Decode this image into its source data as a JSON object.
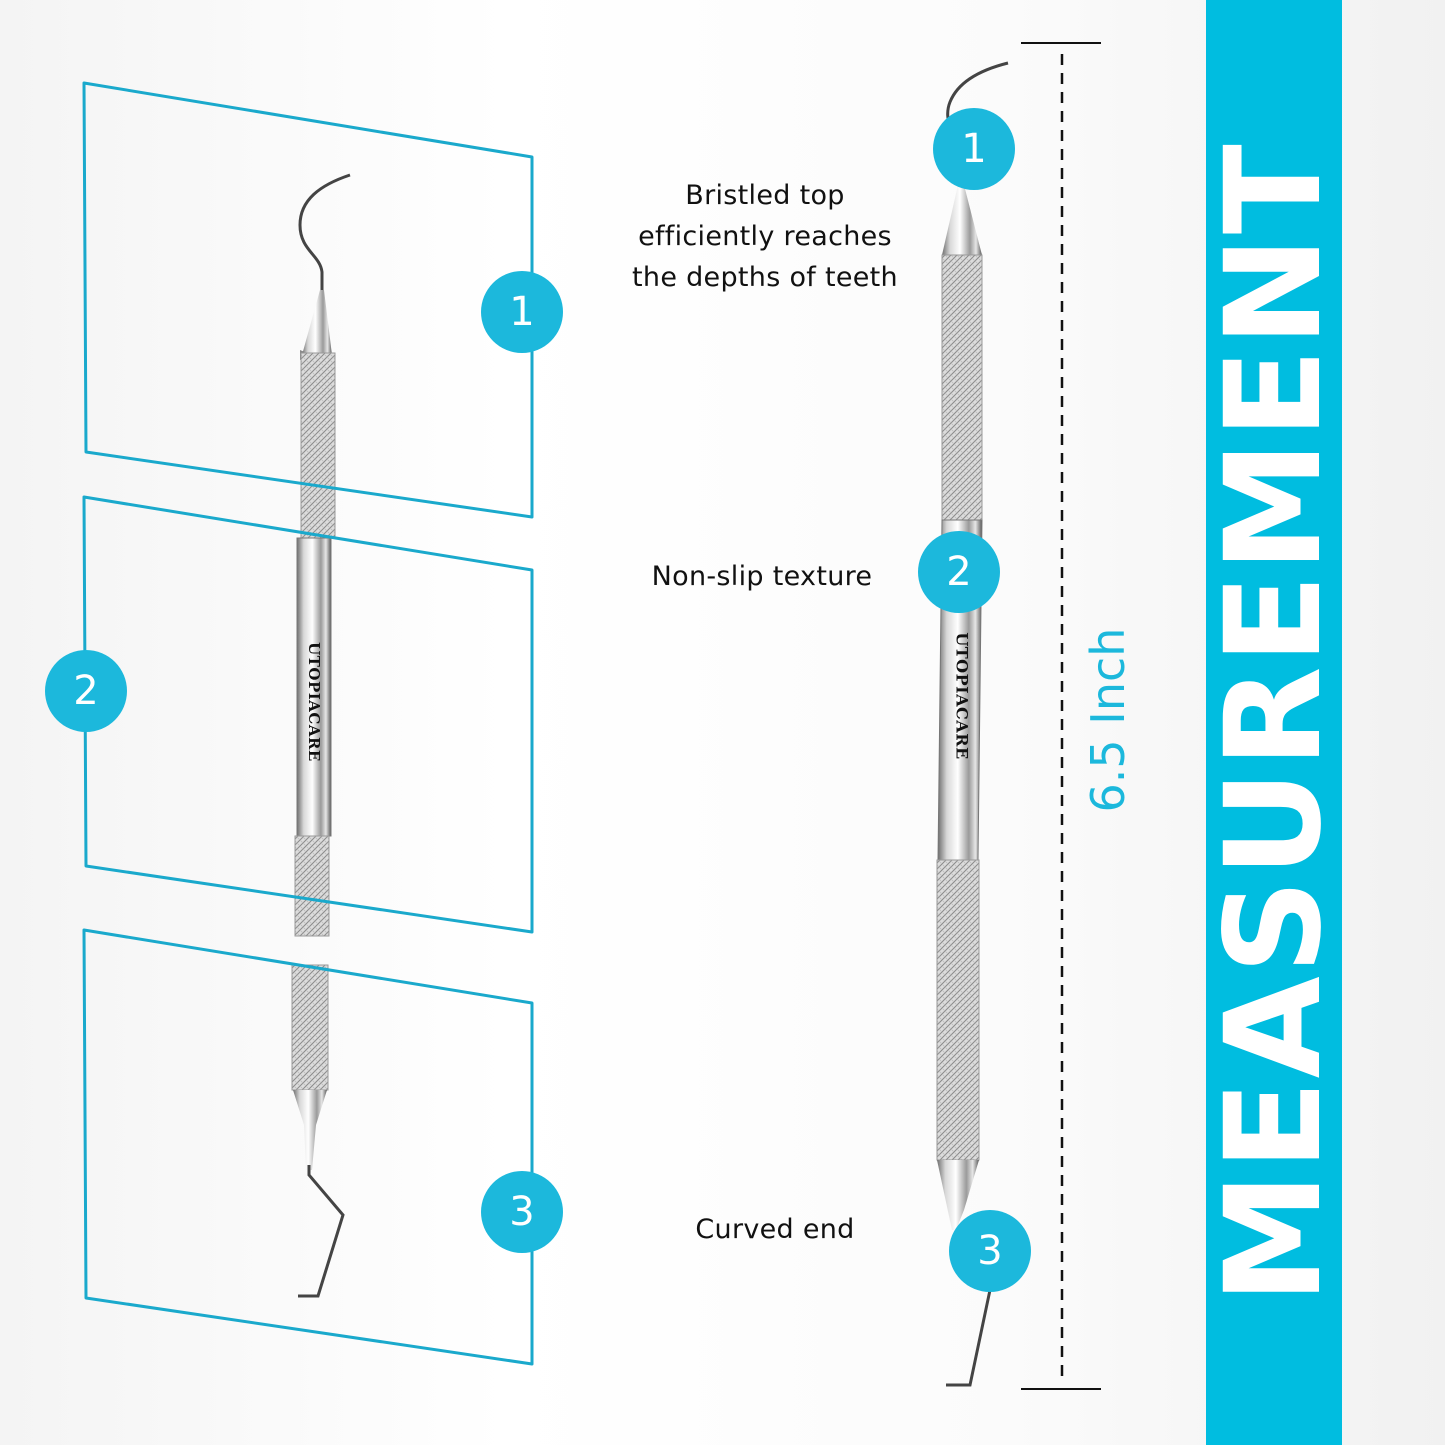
{
  "colors": {
    "accent": "#1cb8dc",
    "band": "#00bde0",
    "panel_stroke": "#1aa9cc",
    "text": "#111111",
    "background": "#ffffff"
  },
  "detail_panels": [
    {
      "number": "1",
      "focus": "top hook tip"
    },
    {
      "number": "2",
      "focus": "branded handle"
    },
    {
      "number": "3",
      "focus": "curved bottom tip"
    }
  ],
  "callouts": [
    {
      "number": "1",
      "text_lines": [
        "Bristled top",
        "efficiently reaches",
        "the depths of teeth"
      ]
    },
    {
      "number": "2",
      "text_lines": [
        "Non-slip texture"
      ]
    },
    {
      "number": "3",
      "text_lines": [
        "Curved end"
      ]
    }
  ],
  "brand": "UTOPIACARE",
  "measurement": {
    "label": "6.5 Inch",
    "dimension_line": "dashed"
  },
  "side_banner": {
    "text": "MEASUREMENT"
  }
}
